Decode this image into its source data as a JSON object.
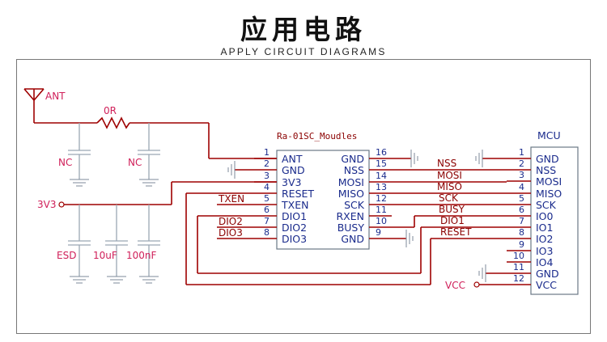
{
  "header": {
    "title": "应用电路",
    "subtitle": "APPLY CIRCUIT DIAGRAMS"
  },
  "module": {
    "name": "Ra-01SC_Moudles",
    "left_pins": [
      {
        "num": "1",
        "name": "ANT"
      },
      {
        "num": "2",
        "name": "GND"
      },
      {
        "num": "3",
        "name": "3V3"
      },
      {
        "num": "4",
        "name": "RESET"
      },
      {
        "num": "5",
        "name": "TXEN"
      },
      {
        "num": "6",
        "name": "DIO1"
      },
      {
        "num": "7",
        "name": "DIO2"
      },
      {
        "num": "8",
        "name": "DIO3"
      }
    ],
    "right_pins": [
      {
        "num": "16",
        "name": "GND"
      },
      {
        "num": "15",
        "name": "NSS"
      },
      {
        "num": "14",
        "name": "MOSI"
      },
      {
        "num": "13",
        "name": "MISO"
      },
      {
        "num": "12",
        "name": "SCK"
      },
      {
        "num": "11",
        "name": "RXEN"
      },
      {
        "num": "10",
        "name": "BUSY"
      },
      {
        "num": "9",
        "name": "GND"
      }
    ]
  },
  "mcu": {
    "name": "MCU",
    "pins": [
      {
        "num": "1",
        "name": "GND"
      },
      {
        "num": "2",
        "name": "NSS"
      },
      {
        "num": "3",
        "name": "MOSI"
      },
      {
        "num": "4",
        "name": "MISO"
      },
      {
        "num": "5",
        "name": "SCK"
      },
      {
        "num": "6",
        "name": "IO0"
      },
      {
        "num": "7",
        "name": "IO1"
      },
      {
        "num": "8",
        "name": "IO2"
      },
      {
        "num": "9",
        "name": "IO3"
      },
      {
        "num": "10",
        "name": "IO4"
      },
      {
        "num": "11",
        "name": "GND"
      },
      {
        "num": "12",
        "name": "VCC"
      }
    ]
  },
  "net_labels": {
    "txen": "TXEN",
    "dio2": "DIO2",
    "dio3": "DIO3",
    "nss": "NSS",
    "mosi": "MOSI",
    "miso": "MISO",
    "sck": "SCK",
    "busy": "BUSY",
    "dio1": "DIO1",
    "reset": "RESET"
  },
  "components": {
    "antenna": "ANT",
    "resistor": "0R",
    "cap_nc_1": "NC",
    "cap_nc_2": "NC",
    "supply": "3V3",
    "cap_esd": "ESD",
    "cap_10uf": "10uF",
    "cap_100nf": "100nF",
    "vcc": "VCC"
  },
  "colors": {
    "wire": "#9e0000",
    "pin_text": "#1a2b8c",
    "component_text": "#d0205a",
    "ground": "#7c8a99"
  }
}
